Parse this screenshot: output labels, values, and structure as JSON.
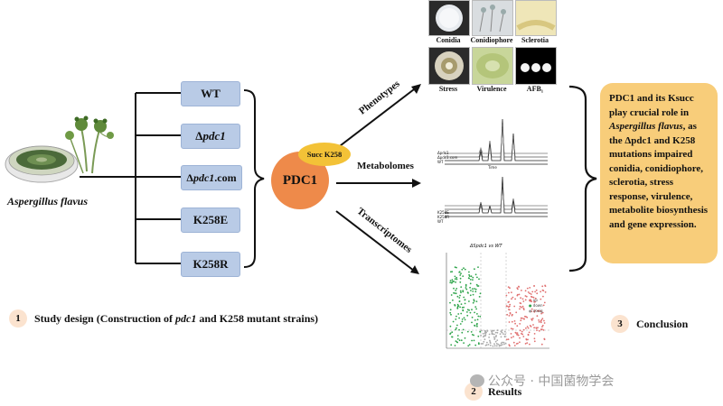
{
  "left": {
    "species": "Aspergillus flavus",
    "strains": [
      {
        "prefix": "",
        "italic": "",
        "suffix": "WT"
      },
      {
        "prefix": "Δ",
        "italic": "pdc1",
        "suffix": ""
      },
      {
        "prefix": "Δ",
        "italic": "pdc1",
        "suffix": ".com"
      },
      {
        "prefix": "",
        "italic": "",
        "suffix": "K258E"
      },
      {
        "prefix": "",
        "italic": "",
        "suffix": "K258R"
      }
    ],
    "protein": "PDC1",
    "modification": "Succ K258"
  },
  "arrows": {
    "phenotypes": "Phenotypes",
    "metabolomes": "Metabolomes",
    "transcriptomes": "Transcriptomes"
  },
  "phenotype_panels": [
    "Conidia",
    "Conidiophore",
    "Sclerotia",
    "Stress",
    "Virulence",
    "AFB₁"
  ],
  "chromatograms": {
    "top_legend": [
      "Δpdc1",
      "Δpdc1.com",
      "WT"
    ],
    "bottom_legend": [
      "K258E",
      "K258R",
      "WT"
    ],
    "x_axis": "Time"
  },
  "volcano": {
    "title": "ΔSpdc1 vs WT",
    "legend": [
      "up",
      "down",
      "nosig"
    ]
  },
  "conclusion": {
    "part1": "PDC1 and its Ksucc play crucial role in ",
    "italic": "Aspergillus flavus",
    "part2": ", as the Δpdc1 and K258 mutations impaired conidia, conidiophore, sclerotia, stress response, virulence, metabolite biosynthesis and gene expression."
  },
  "captions": {
    "study_num": "1",
    "study_text_1": "Study design (Construction of ",
    "study_text_italic": "pdc1",
    "study_text_2": " and K258 mutant strains)",
    "results_num": "2",
    "results_text": "Results",
    "conclusion_num": "3",
    "conclusion_text": "Conclusion"
  },
  "watermark": "公众号 · 中国菌物学会",
  "colors": {
    "strain_box": "#b9cbe6",
    "pdc1": "#ee8a4a",
    "succ": "#f3c237",
    "conclusion_box": "#f8cd7a",
    "volcano_up": "#e07070",
    "volcano_down": "#2ea44a"
  }
}
